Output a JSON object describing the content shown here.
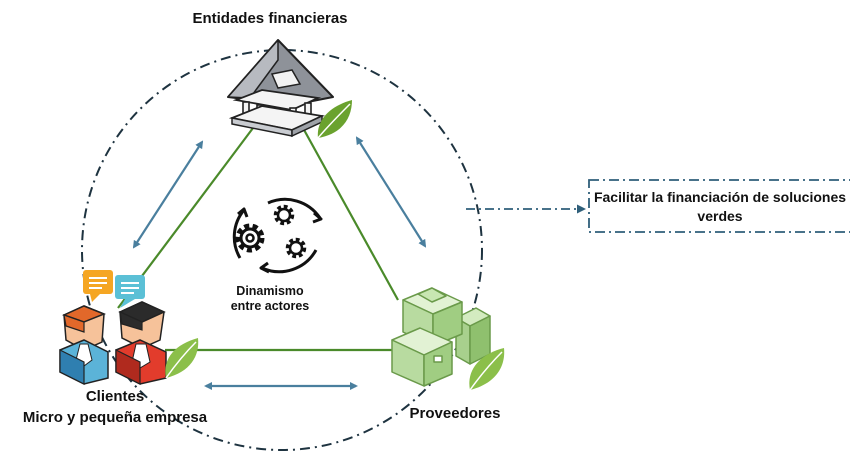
{
  "nodes": {
    "financial_entities": "Entidades financieras",
    "clients_line1": "Clientes",
    "clients_line2": "Micro y pequeña empresa",
    "providers": "Proveedores"
  },
  "center": {
    "line1": "Dinamismo",
    "line2": "entre actores"
  },
  "callout": {
    "text": "Facilitar la financiación de soluciones verdes"
  },
  "colors": {
    "triangle_edge": "#4a8a2a",
    "arrow": "#4a7f9e",
    "dash_circle": "#1e3340",
    "callout_border": "#2f5f7a",
    "leaf": "#6aa22e",
    "box_green": "#a8d08d"
  },
  "icons": {
    "top": "bank-icon",
    "left": "business-people-icon",
    "right": "boxes-icon",
    "center": "gears-icon"
  }
}
